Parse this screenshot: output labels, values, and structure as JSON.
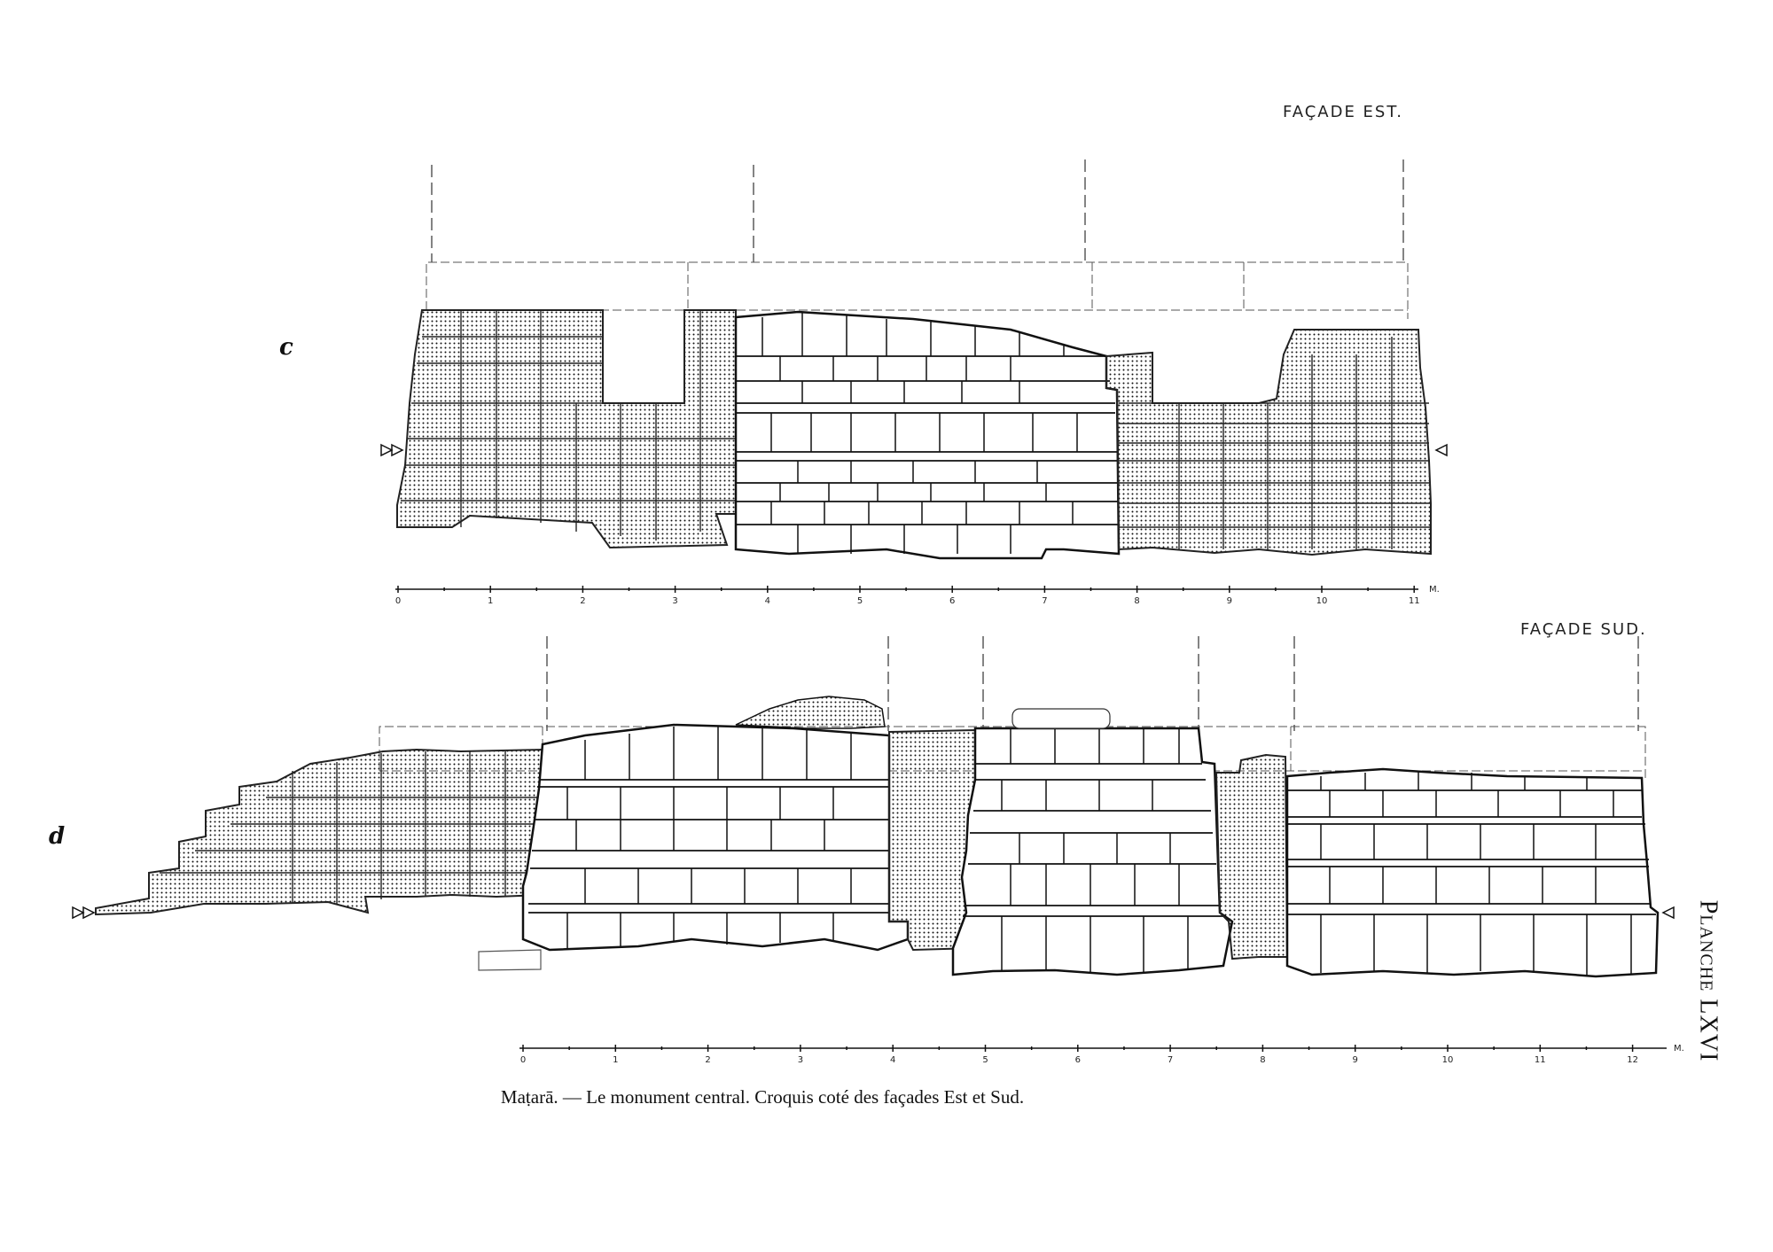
{
  "plate_label": "Planche LXVI",
  "caption": "Maṭarā. — Le monument central. Croquis coté des façades Est et Sud.",
  "figures": [
    {
      "id": "c",
      "label": "c",
      "title": "FAÇADE   EST.",
      "scale_ticks": [
        "0",
        "1",
        "2",
        "3",
        "4",
        "5",
        "6",
        "7",
        "8",
        "9",
        "10",
        "11"
      ],
      "scale_unit": "M."
    },
    {
      "id": "d",
      "label": "d",
      "title": "FAÇADE   SUD.",
      "scale_ticks": [
        "0",
        "1",
        "2",
        "3",
        "4",
        "5",
        "6",
        "7",
        "8",
        "9",
        "10",
        "11",
        "12"
      ],
      "scale_unit": "M."
    }
  ]
}
